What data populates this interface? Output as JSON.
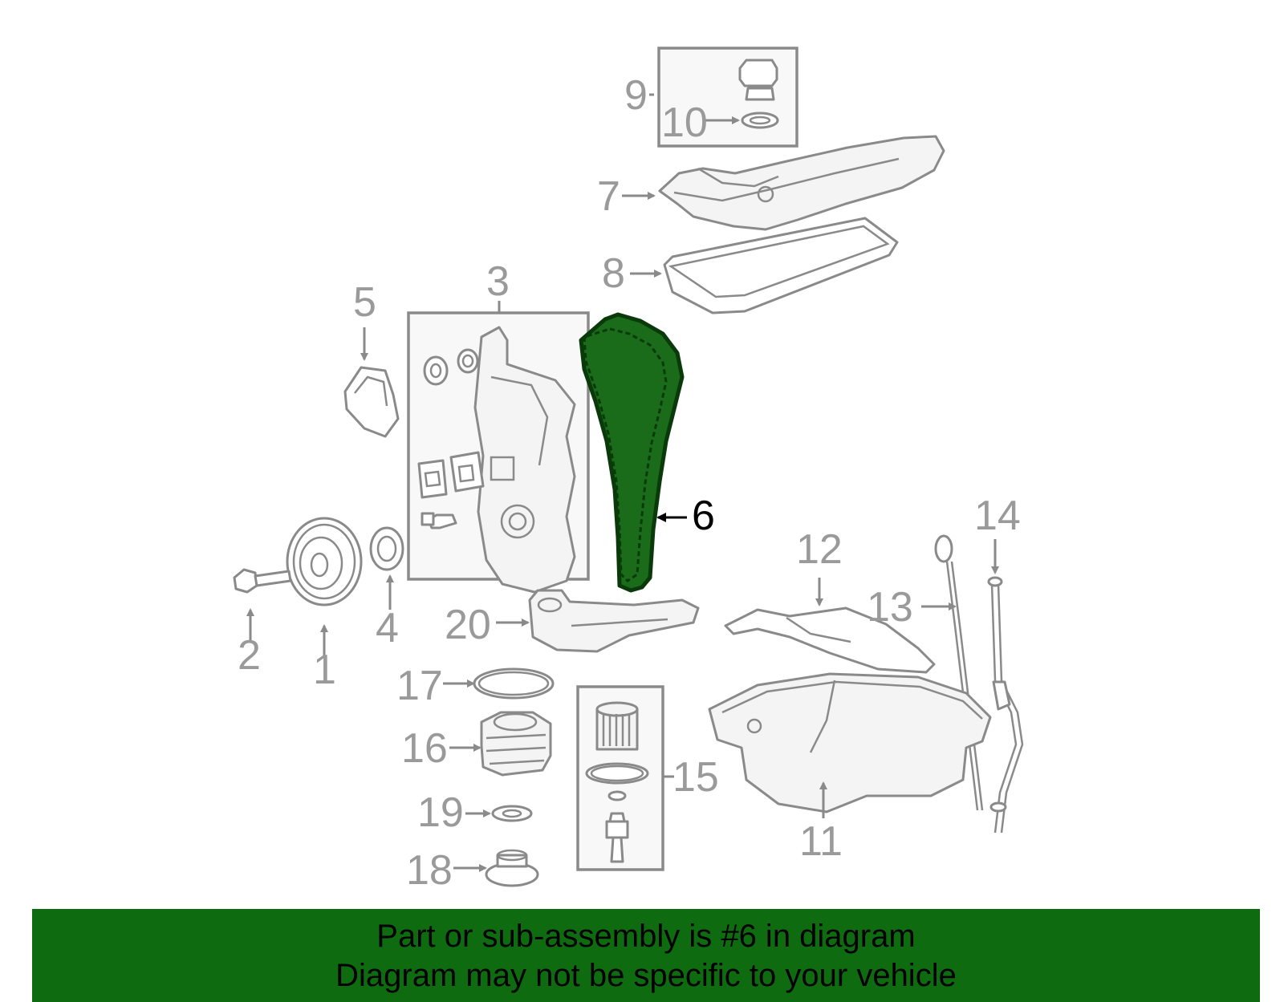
{
  "callouts": {
    "c1": "1",
    "c2": "2",
    "c3": "3",
    "c4": "4",
    "c5": "5",
    "c6": "6",
    "c7": "7",
    "c8": "8",
    "c9": "9",
    "c10": "10",
    "c11": "11",
    "c12": "12",
    "c13": "13",
    "c14": "14",
    "c15": "15",
    "c16": "16",
    "c17": "17",
    "c18": "18",
    "c19": "19",
    "c20": "20"
  },
  "highlighted_part": "6",
  "highlight_color": "#1a6b1a",
  "banner": {
    "line1": "Part or sub-assembly is #6 in diagram",
    "line2": "Diagram may not be specific to your vehicle",
    "background": "#0f6b0f"
  }
}
